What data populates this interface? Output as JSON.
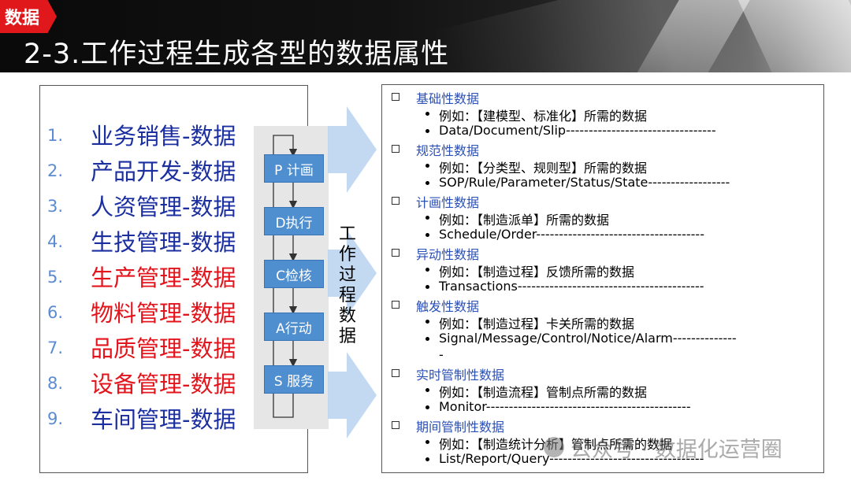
{
  "header": {
    "tag": "数据",
    "title": "2-3.工作过程生成各型的数据属性"
  },
  "departments": [
    {
      "num": "1.",
      "label": "业务销售-数据",
      "color": "blue"
    },
    {
      "num": "2.",
      "label": "产品开发-数据",
      "color": "blue"
    },
    {
      "num": "3.",
      "label": "人资管理-数据",
      "color": "blue"
    },
    {
      "num": "4.",
      "label": "生技管理-数据",
      "color": "blue"
    },
    {
      "num": "5.",
      "label": "生产管理-数据",
      "color": "red"
    },
    {
      "num": "6.",
      "label": "物料管理-数据",
      "color": "red"
    },
    {
      "num": "7.",
      "label": "品质管理-数据",
      "color": "red"
    },
    {
      "num": "8.",
      "label": "设备管理-数据",
      "color": "red"
    },
    {
      "num": "9.",
      "label": "车间管理-数据",
      "color": "blue"
    }
  ],
  "colors": {
    "blue": "#1b2fa0",
    "red": "#e4141c",
    "step": "#4f8fd0",
    "category": "#2a4fb5"
  },
  "cycle": {
    "steps": [
      "P 计画",
      "D执行",
      "C检核",
      "A行动",
      "S 服务"
    ],
    "vertical_label": "工作过程数据"
  },
  "categories": [
    {
      "name": "基础性数据",
      "example": "例如：【建模型、标准化】所需的数据",
      "items": "Data/Document/Slip---------------------------------",
      "items_cont": ""
    },
    {
      "name": "规范性数据",
      "example": "例如：【分类型、规则型】所需的数据",
      "items": "SOP/Rule/Parameter/Status/State------------------",
      "items_cont": ""
    },
    {
      "name": "计画性数据",
      "example": "例如：【制造派单】所需的数据",
      "items": "Schedule/Order-------------------------------------",
      "items_cont": ""
    },
    {
      "name": "异动性数据",
      "example": "例如：【制造过程】反馈所需的数据",
      "items": "Transactions-----------------------------------------",
      "items_cont": ""
    },
    {
      "name": "触发性数据",
      "example": "例如：【制造过程】卡关所需的数据",
      "items": "Signal/Message/Control/Notice/Alarm--------------",
      "items_cont": "-"
    },
    {
      "name": "实时管制性数据",
      "example": "例如：【制造流程】管制点所需的数据",
      "items": "Monitor---------------------------------------------",
      "items_cont": ""
    },
    {
      "name": "期间管制性数据",
      "example": "例如：【制造统计分析】管制点所需的数据",
      "items": "List/Report/Query----------------------------------",
      "items_cont": ""
    }
  ],
  "watermark": "公众号 · 数据化运营圈"
}
